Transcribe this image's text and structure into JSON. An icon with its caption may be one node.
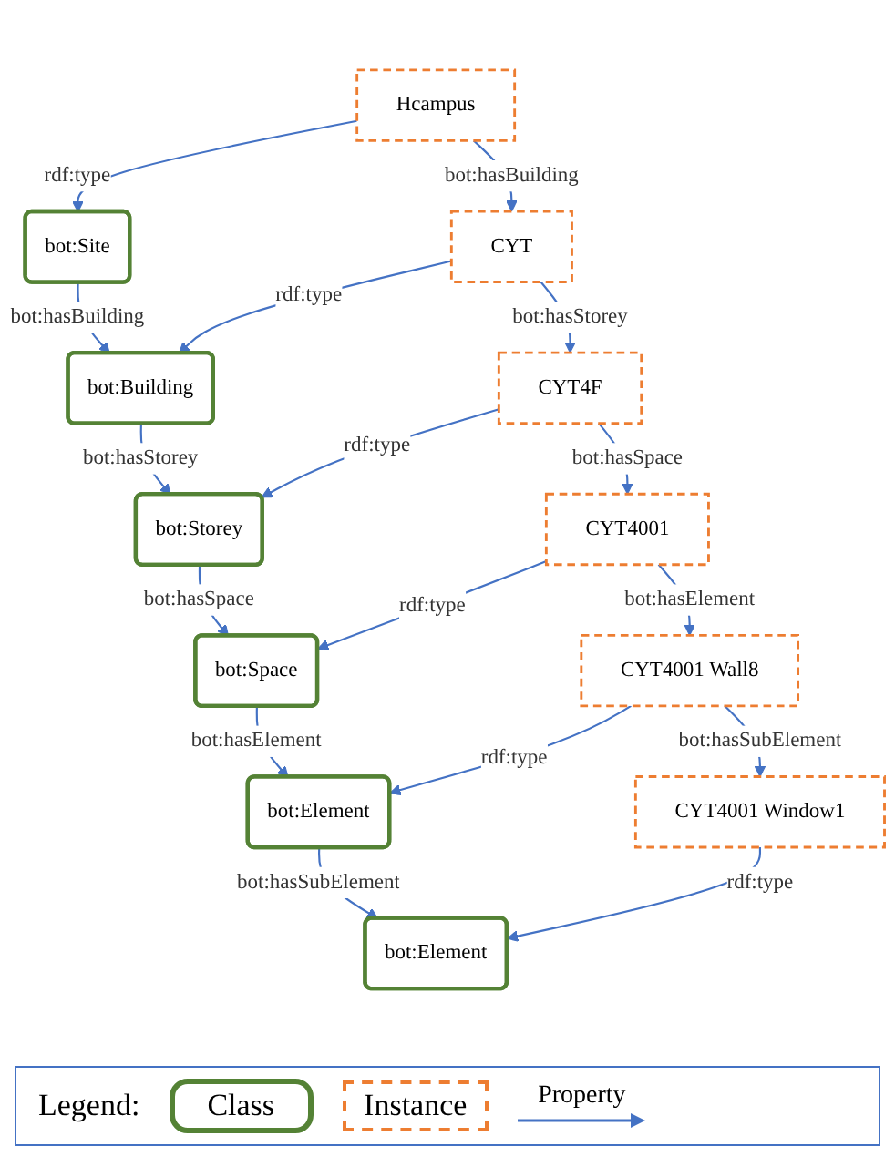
{
  "diagram": {
    "nodes": [
      {
        "text": [
          "bot:Site"
        ]
      },
      {
        "text": [
          "Hcampus"
        ]
      },
      {
        "text": [
          "bot:Building"
        ]
      },
      {
        "text": [
          "CYT"
        ]
      },
      {
        "text": [
          "bot:Storey"
        ]
      },
      {
        "text": [
          "CYT4F"
        ]
      },
      {
        "text": [
          "bot:Space"
        ]
      },
      {
        "text": [
          "CYT4001"
        ]
      },
      {
        "text": [
          "bot:Element"
        ]
      },
      {
        "text": [
          "CYT4001 Wall8"
        ]
      },
      {
        "text": [
          "bot:Element"
        ]
      },
      {
        "text": [
          "CYT4001 Window1"
        ]
      }
    ],
    "edges": [
      {
        "from": 1,
        "to": 0,
        "arrow": "to",
        "label": "rdf:type"
      },
      {
        "from": 0,
        "to": 2,
        "arrow": "to",
        "label": "bot:hasBuilding"
      },
      {
        "from": 1,
        "to": 3,
        "arrow": "to",
        "label": "bot:hasBuilding"
      },
      {
        "from": 3,
        "to": 2,
        "arrow": "to",
        "label": "rdf:type"
      },
      {
        "from": 2,
        "to": 4,
        "arrow": "to",
        "label": "bot:hasStorey"
      },
      {
        "from": 3,
        "to": 5,
        "arrow": "to",
        "label": "bot:hasStorey"
      },
      {
        "from": 5,
        "to": 4,
        "arrow": "to",
        "label": "rdf:type"
      },
      {
        "from": 4,
        "to": 6,
        "arrow": "to",
        "label": "bot:hasSpace"
      },
      {
        "from": 5,
        "to": 7,
        "arrow": "to",
        "label": "bot:hasSpace"
      },
      {
        "from": 7,
        "to": 6,
        "arrow": "to",
        "label": "rdf:type"
      },
      {
        "from": 6,
        "to": 8,
        "arrow": "to",
        "label": "bot:hasElement"
      },
      {
        "from": 7,
        "to": 9,
        "arrow": "to",
        "label": "bot:hasElement"
      },
      {
        "from": 9,
        "to": 8,
        "arrow": "to",
        "label": "rdf:type"
      },
      {
        "from": 8,
        "to": 10,
        "arrow": "to",
        "label": "bot:hasSubElement"
      },
      {
        "from": 9,
        "to": 11,
        "arrow": "to",
        "label": "bot:hasSubElement"
      },
      {
        "from": 11,
        "to": 10,
        "arrow": "to",
        "label": "rdf:type"
      }
    ],
    "labels": [
      "Legend:"
    ],
    "legend": [
      {
        "text": "Class"
      },
      {
        "text": "Instance"
      },
      {
        "text": "Property"
      }
    ]
  }
}
